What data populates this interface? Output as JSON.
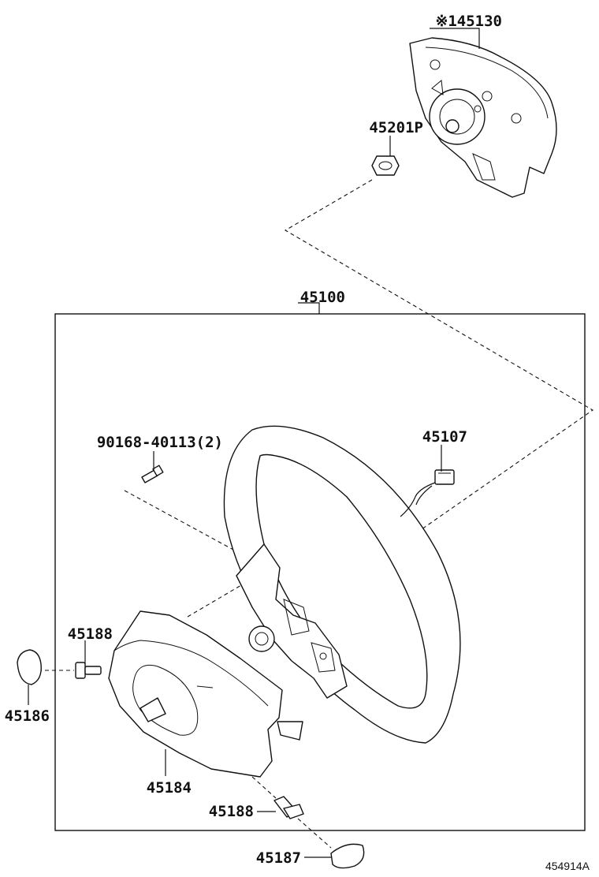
{
  "labels": {
    "airbag": "※145130",
    "nut": "45201P",
    "assembly": "45100",
    "bolt": "90168-40113(2)",
    "connector": "45107",
    "screw_left": "45188",
    "cap_left": "45186",
    "cover": "45184",
    "screw_bottom": "45188",
    "cap_bottom": "45187"
  },
  "diagram_code": "454914A"
}
